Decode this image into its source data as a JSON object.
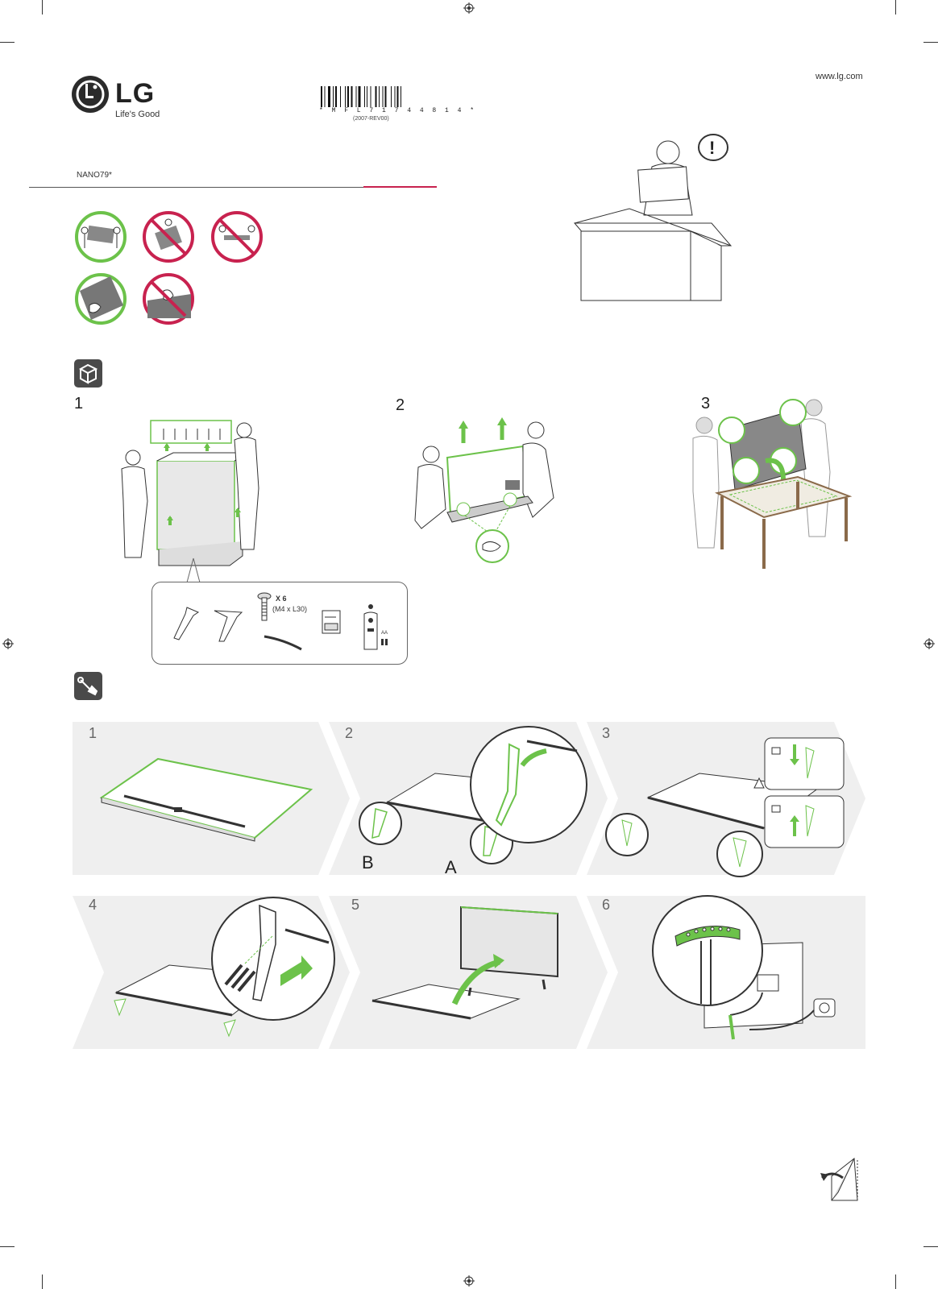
{
  "header": {
    "brand": "LG",
    "tagline": "Life's Good",
    "barcode_number": "* M F L 7 1 7 4 4 8 1 4 *",
    "revision": "(2007-REV00)",
    "website": "www.lg.com",
    "model": "NANO79*"
  },
  "unpacking": {
    "steps": [
      "1",
      "2",
      "3"
    ]
  },
  "parts": {
    "screw_count": "X 6",
    "screw_size": "(M4 x L30)",
    "battery_label": "AA"
  },
  "assembly": {
    "panels": [
      "1",
      "2",
      "3",
      "4",
      "5",
      "6"
    ],
    "label_a": "A",
    "label_b": "B"
  },
  "colors": {
    "accent_green": "#6cc24a",
    "prohibit_red": "#c8224f",
    "panel_gray": "#efefef"
  }
}
